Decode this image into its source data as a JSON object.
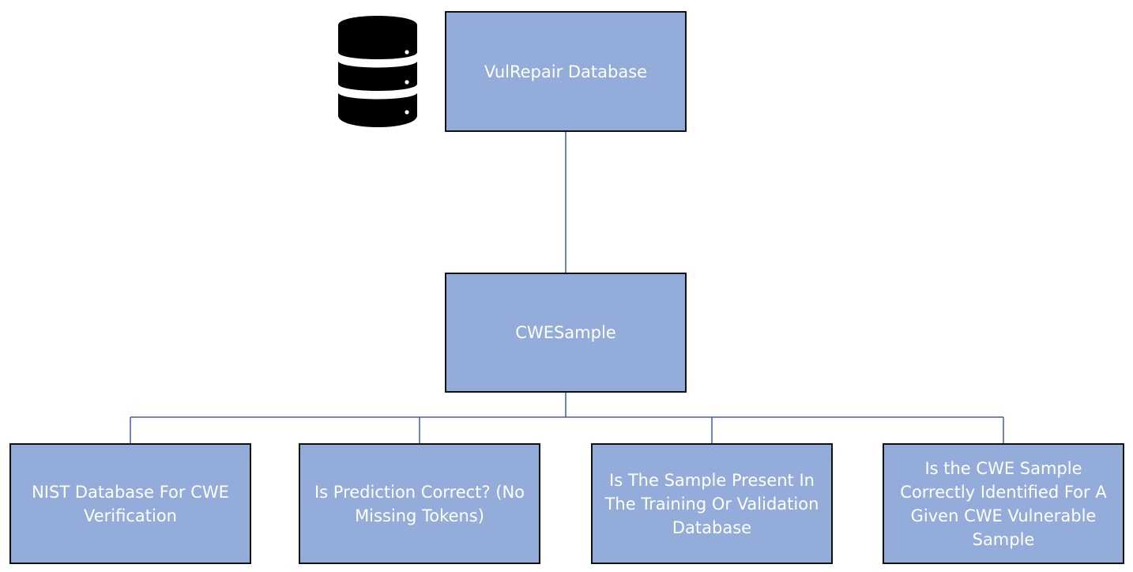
{
  "diagram": {
    "root": {
      "label": "VulRepair Database",
      "icon": "database-icon"
    },
    "middle": {
      "label": "CWESample"
    },
    "leaves": [
      {
        "label": "NIST Database For CWE\nVerification"
      },
      {
        "label": "Is Prediction Correct? (No\nMissing Tokens)"
      },
      {
        "label": "Is The Sample Present In\nThe Training Or Validation\nDatabase"
      },
      {
        "label": "Is the CWE Sample\nCorrectly  Identified For A\nGiven CWE Vulnerable\nSample"
      }
    ]
  },
  "colors": {
    "box_fill": "#94acda",
    "box_border": "#111111",
    "box_text": "#ffffff",
    "connector": "#3f5fa0",
    "icon": "#000000"
  }
}
